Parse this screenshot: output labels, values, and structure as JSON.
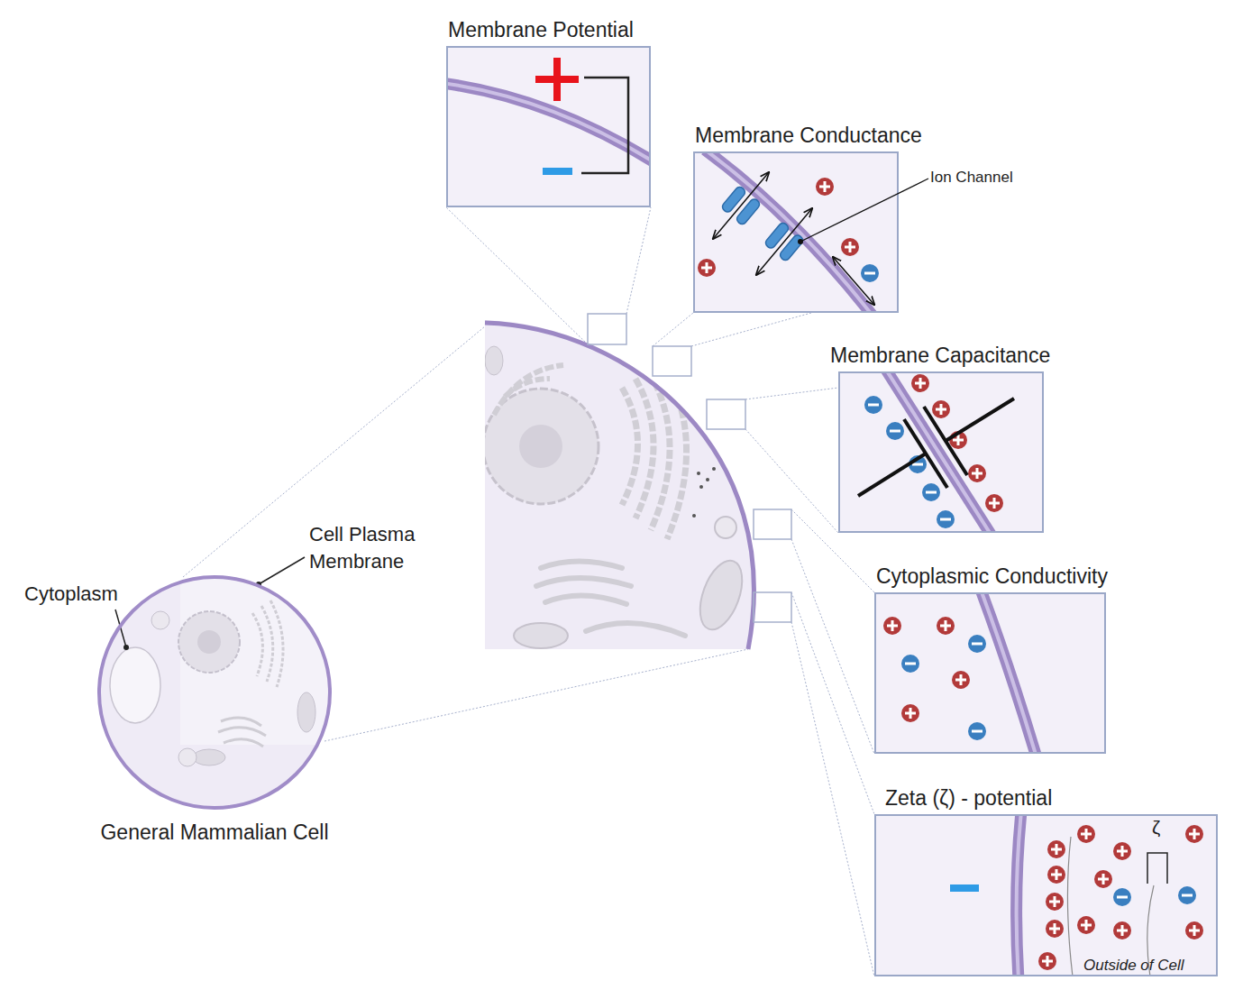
{
  "diagram": {
    "nodes": [
      {
        "text": [
          "Membrane Potential"
        ]
      },
      {
        "text": [
          "Membrane Conductance"
        ]
      },
      {
        "text": [
          "Membrane Capacitance"
        ]
      },
      {
        "text": [
          "Cytoplasmic Conductivity"
        ]
      },
      {
        "text": [
          "Zeta (ζ) - potential",
          "ζ",
          "Outside of Cell"
        ]
      },
      {
        "text": [
          "General Mammalian Cell"
        ]
      }
    ],
    "labels": [
      "Ion Channel",
      "Cytoplasm",
      "Cell Plasma Membrane"
    ]
  }
}
